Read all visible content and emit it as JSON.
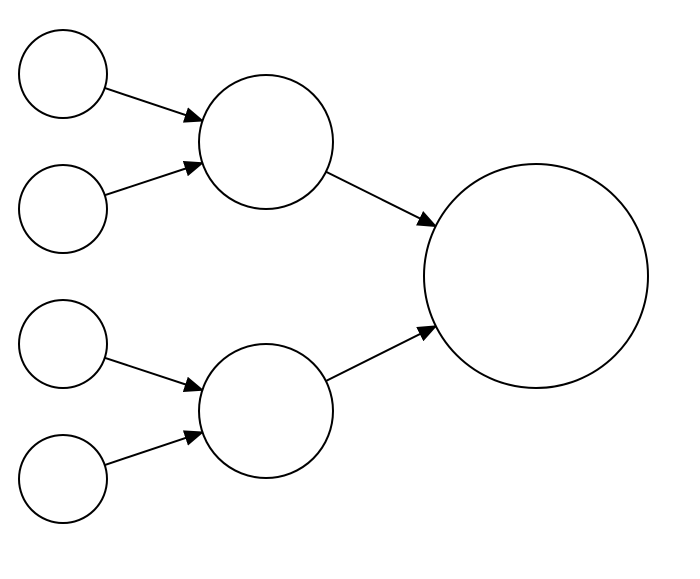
{
  "diagram": {
    "background": "#ffffff",
    "stroke_color": "#000000",
    "nodes": [
      {
        "id": "leaf-1",
        "label": ""
      },
      {
        "id": "leaf-2",
        "label": ""
      },
      {
        "id": "leaf-3",
        "label": ""
      },
      {
        "id": "leaf-4",
        "label": ""
      },
      {
        "id": "mid-1",
        "label": ""
      },
      {
        "id": "mid-2",
        "label": ""
      },
      {
        "id": "root",
        "label": ""
      }
    ],
    "edges": [
      {
        "from": "leaf-1",
        "to": "mid-1"
      },
      {
        "from": "leaf-2",
        "to": "mid-1"
      },
      {
        "from": "leaf-3",
        "to": "mid-2"
      },
      {
        "from": "leaf-4",
        "to": "mid-2"
      },
      {
        "from": "mid-1",
        "to": "root"
      },
      {
        "from": "mid-2",
        "to": "root"
      }
    ]
  }
}
